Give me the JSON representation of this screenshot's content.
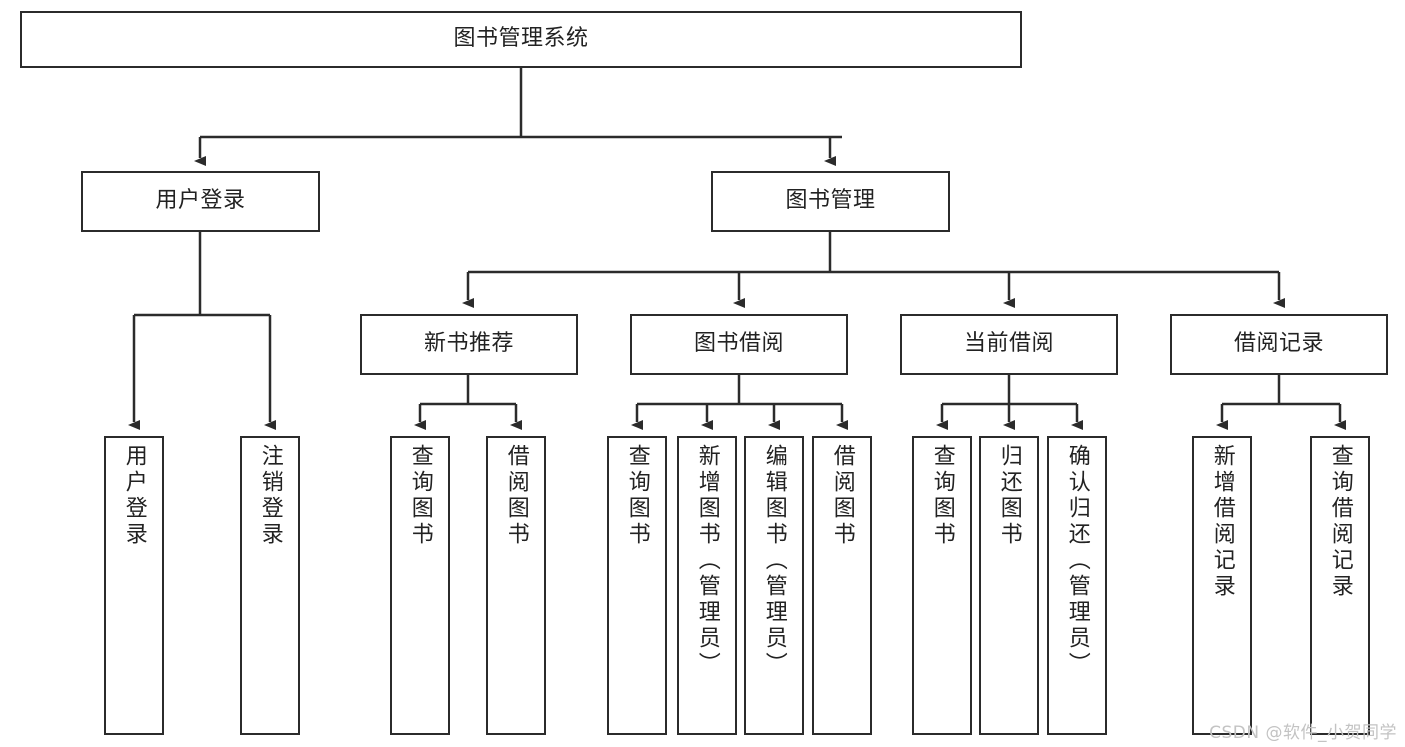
{
  "diagram": {
    "type": "tree-hierarchy",
    "title": "图书管理系统",
    "colors": {
      "box_border": "#2b2b2b",
      "box_fill": "#ffffff",
      "connector": "#2b2b2b",
      "text": "#222222",
      "watermark": "#c3c3c3",
      "background": "#ffffff"
    },
    "root": {
      "label": "图书管理系统"
    },
    "level2": [
      {
        "label": "用户登录"
      },
      {
        "label": "图书管理"
      }
    ],
    "level3": [
      {
        "label": "新书推荐"
      },
      {
        "label": "图书借阅"
      },
      {
        "label": "当前借阅"
      },
      {
        "label": "借阅记录"
      }
    ],
    "leaves": {
      "user_login": [
        {
          "label": "用户登录"
        },
        {
          "label": "注销登录"
        }
      ],
      "new_book_recommend": [
        {
          "label": "查询图书"
        },
        {
          "label": "借阅图书"
        }
      ],
      "book_borrow": [
        {
          "label": "查询图书"
        },
        {
          "label": "新增图书（管理员）"
        },
        {
          "label": "编辑图书（管理员）"
        },
        {
          "label": "借阅图书"
        }
      ],
      "current_borrow": [
        {
          "label": "查询图书"
        },
        {
          "label": "归还图书"
        },
        {
          "label": "确认归还（管理员）"
        }
      ],
      "borrow_record": [
        {
          "label": "新增借阅记录"
        },
        {
          "label": "查询借阅记录"
        }
      ]
    },
    "watermark": "CSDN @软件_小贺同学"
  }
}
